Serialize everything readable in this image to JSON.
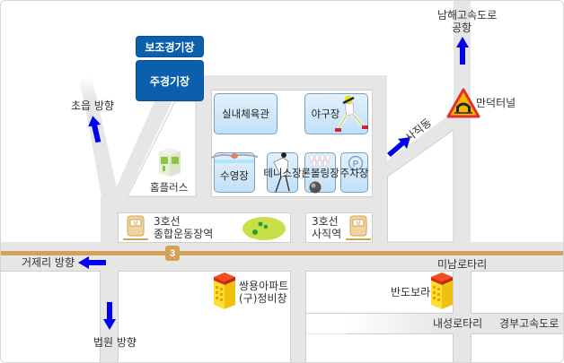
{
  "map": {
    "colors": {
      "road": "#e6e6e6",
      "metro_line": "#d4a257",
      "venue_button": "#0c5fad",
      "arrow": "#0000ee",
      "facility_fill": "#cfe6f8"
    },
    "venues": {
      "sub_stadium": "보조경기장",
      "main_stadium": "주경기장"
    },
    "facilities": [
      {
        "label": "실내체육관",
        "icon": "none"
      },
      {
        "label": "야구장",
        "icon": "baseball-batter-icon"
      },
      {
        "label": "수영장",
        "icon": "swimmer-icon"
      },
      {
        "label": "테니스장",
        "icon": "tennis-player-icon"
      },
      {
        "label": "론볼링장",
        "icon": "bowling-icon"
      },
      {
        "label": "주차장",
        "icon": "parking-icon"
      }
    ],
    "landmarks": {
      "homeplus": "홈플러스",
      "ssangyong_line1": "쌍용아파트",
      "ssangyong_line2": "(구)정비창",
      "bandobora": "반도보라",
      "mandeok_tunnel": "만덕터널"
    },
    "stations": [
      {
        "line": "3호선",
        "name": "종합운동장역"
      },
      {
        "line": "3호선",
        "name": "사직역"
      }
    ],
    "metro_line_number": "3",
    "directions": {
      "choeup": "초읍  방향",
      "namhae_line1": "남해고속도로",
      "namhae_line2": "공항",
      "sajik_dong": "사직동",
      "geoje_ri": "거제리  방향",
      "court": "법원  방향"
    },
    "rotaries": {
      "minam": "미남로타리",
      "naeseong": "내성로타리",
      "gyeongbu": "경부고속도로"
    }
  }
}
